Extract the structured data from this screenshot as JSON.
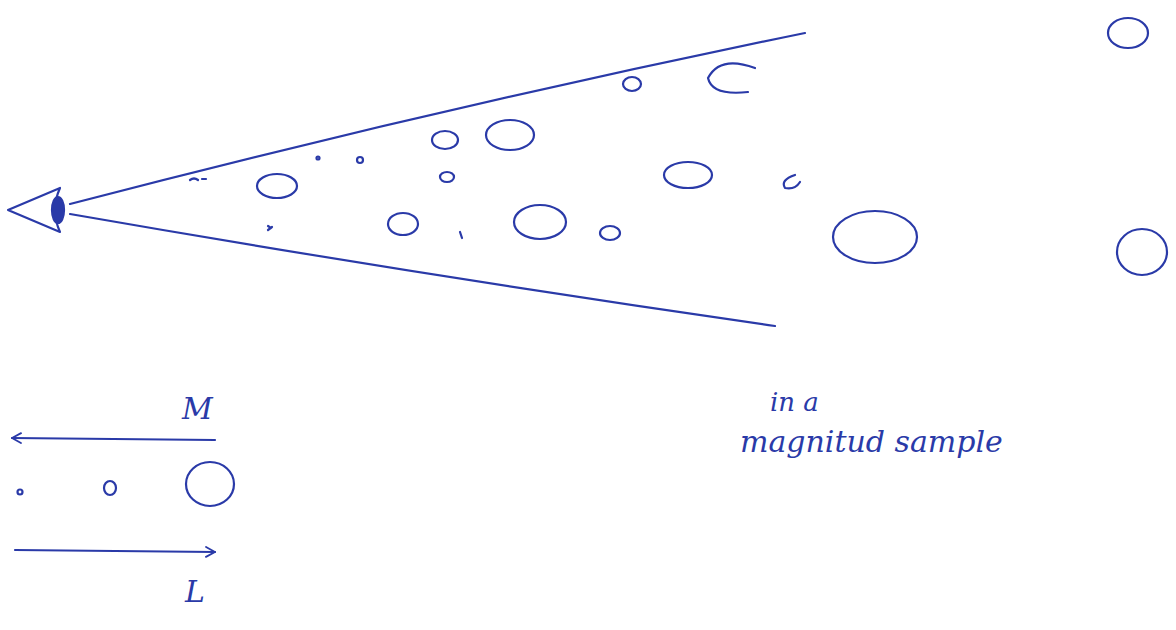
{
  "diagram": {
    "labels": [
      "M",
      "L",
      "in a",
      "magnitud sample"
    ]
  }
}
